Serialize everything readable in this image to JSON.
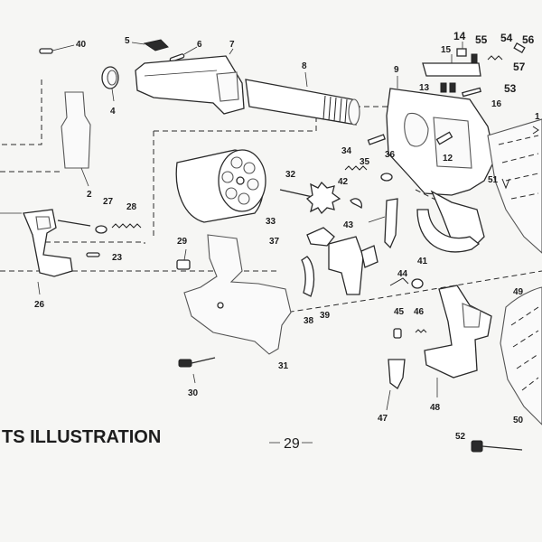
{
  "caption": "TS ILLUSTRATION",
  "page_number": "29",
  "callouts": {
    "c1": "1",
    "c2": "2",
    "c4": "4",
    "c5": "5",
    "c6": "6",
    "c7": "7",
    "c8": "8",
    "c9": "9",
    "c12": "12",
    "c13": "13",
    "c14": "14",
    "c15": "15",
    "c16": "16",
    "c23": "23",
    "c26": "26",
    "c27": "27",
    "c28": "28",
    "c29": "29",
    "c30": "30",
    "c31": "31",
    "c32": "32",
    "c33": "33",
    "c34": "34",
    "c35": "35",
    "c36": "36",
    "c37": "37",
    "c38": "38",
    "c39": "39",
    "c40": "40",
    "c41": "41",
    "c42": "42",
    "c43": "43",
    "c44": "44",
    "c45": "45",
    "c46": "46",
    "c47": "47",
    "c48": "48",
    "c49": "49",
    "c50": "50",
    "c51": "51",
    "c52": "52",
    "c53": "53",
    "c54": "54",
    "c55": "55",
    "c56": "56",
    "c57": "57"
  }
}
